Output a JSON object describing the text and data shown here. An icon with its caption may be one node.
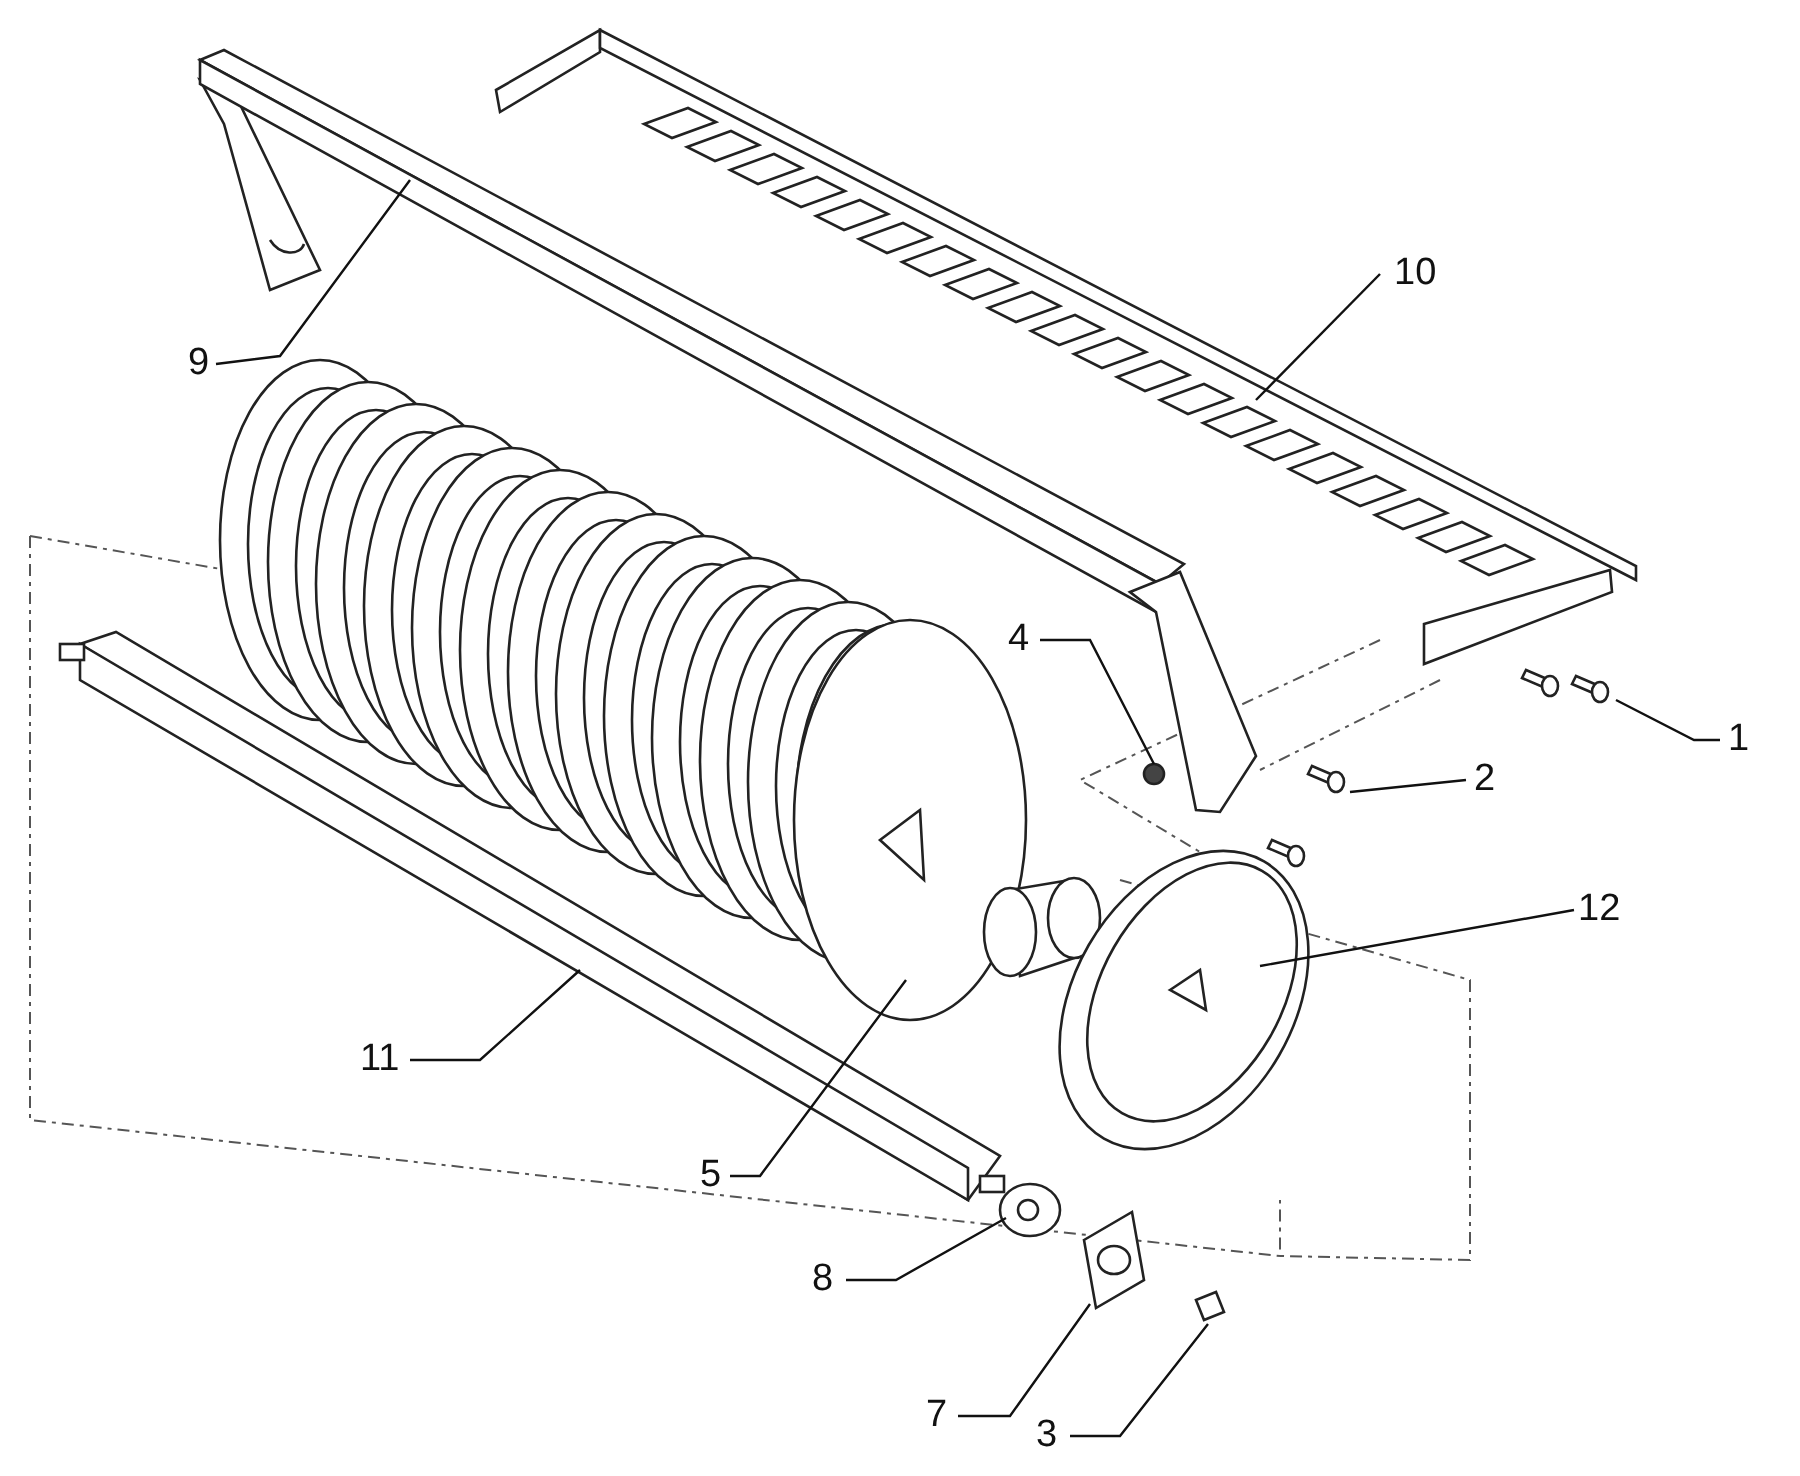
{
  "diagram": {
    "nodes": [
      {
        "text": [
          "10"
        ]
      },
      {
        "text": [
          "9"
        ]
      },
      {
        "text": [
          "4"
        ]
      },
      {
        "text": [
          "1"
        ]
      },
      {
        "text": [
          "2"
        ]
      },
      {
        "text": [
          "12"
        ]
      },
      {
        "text": [
          "11"
        ]
      },
      {
        "text": [
          "5"
        ]
      },
      {
        "text": [
          "8"
        ]
      },
      {
        "text": [
          "7"
        ]
      },
      {
        "text": [
          "3"
        ]
      }
    ],
    "edges": [
      {
        "from": 0,
        "to": null,
        "arrow": "none"
      },
      {
        "from": 1,
        "to": null,
        "arrow": "none"
      },
      {
        "from": 2,
        "to": null,
        "arrow": "none"
      },
      {
        "from": 3,
        "to": null,
        "arrow": "none"
      },
      {
        "from": 4,
        "to": null,
        "arrow": "none"
      },
      {
        "from": 5,
        "to": null,
        "arrow": "none"
      },
      {
        "from": 6,
        "to": null,
        "arrow": "none"
      },
      {
        "from": 7,
        "to": null,
        "arrow": "none"
      },
      {
        "from": 8,
        "to": null,
        "arrow": "none"
      },
      {
        "from": 9,
        "to": null,
        "arrow": "none"
      },
      {
        "from": 10,
        "to": null,
        "arrow": "none"
      }
    ]
  }
}
